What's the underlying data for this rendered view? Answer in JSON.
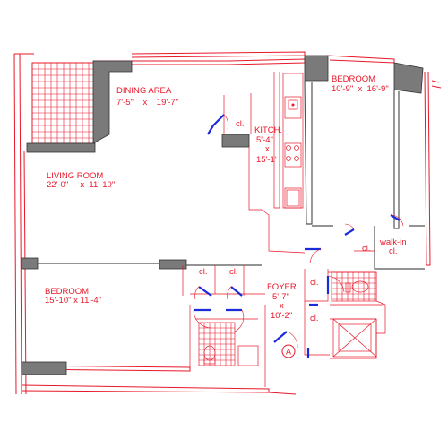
{
  "rooms": {
    "dining": {
      "name": "DINING AREA",
      "dims": "7'-5\"    x    19'-7\""
    },
    "kitchen": {
      "name": "KITCH.",
      "dim1": "5'-4\"",
      "x": "x",
      "dim2": "15'-1'"
    },
    "bedroom1": {
      "name": "BEDROOM",
      "dims": "10'-9\"  x  16'-9\""
    },
    "living": {
      "name": "LIVING ROOM",
      "dims": "22'-0\"     x  11'-10\""
    },
    "bedroom2": {
      "name": "BEDROOM",
      "dims": "15'-10\" x 11'-4\""
    },
    "foyer": {
      "name": "FOYER",
      "dim1": "5'-7\"",
      "x": "x",
      "dim2": "10'-2\""
    },
    "walkin": {
      "name": "walk-in",
      "sub": "cl."
    }
  },
  "closets": {
    "kitchen": "cl.",
    "bedroom_hall": "cl.",
    "bed2_left": "cl.",
    "bed2_right": "cl.",
    "foyer_a": "cl.",
    "foyer_b": "cl."
  },
  "entry_marker": "A",
  "colors": {
    "lines": "#e8182a",
    "doors": "#1a2bd8",
    "walls": "#555555"
  }
}
